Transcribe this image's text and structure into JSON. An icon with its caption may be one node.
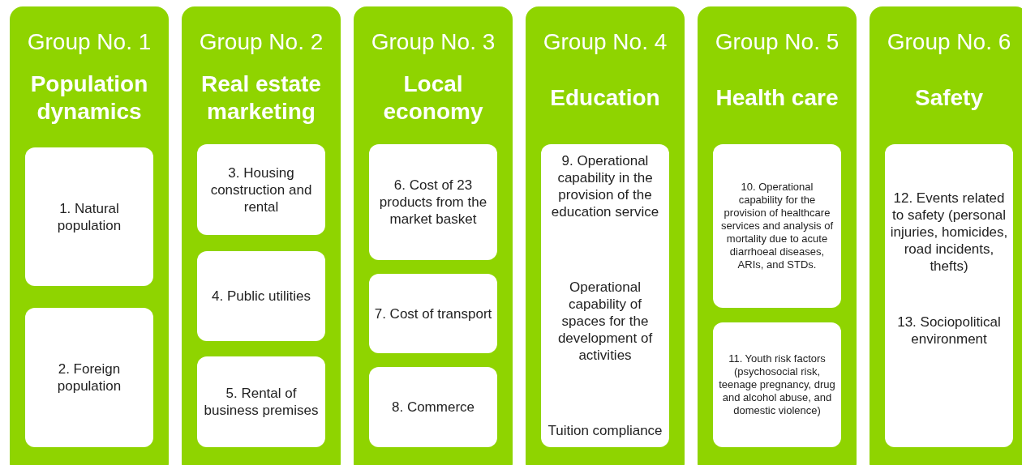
{
  "diagram": {
    "nodes": [
      {
        "text": [
          "Group No. 1",
          "Population dynamics"
        ]
      },
      {
        "text": [
          "1. Natural population"
        ],
        "in": 0
      },
      {
        "text": [
          "2. Foreign population"
        ],
        "in": 0
      },
      {
        "text": [
          "Group No. 2",
          "Real estate marketing"
        ]
      },
      {
        "text": [
          "3. Housing construction and rental"
        ],
        "in": 3
      },
      {
        "text": [
          "4. Public utilities"
        ],
        "in": 3
      },
      {
        "text": [
          "5. Rental of business premises"
        ],
        "in": 3
      },
      {
        "text": [
          "Group No. 3",
          "Local economy"
        ]
      },
      {
        "text": [
          "6. Cost of 23 products from the market basket"
        ],
        "in": 7
      },
      {
        "text": [
          "7. Cost of transport"
        ],
        "in": 7
      },
      {
        "text": [
          "8. Commerce"
        ],
        "in": 7
      },
      {
        "text": [
          "Group No. 4",
          "Education"
        ]
      },
      {
        "text": [
          "9. Operational capability in the provision of the education service",
          "Operational capability of spaces for the development of activities",
          "Tuition compliance"
        ],
        "in": 11
      },
      {
        "text": [
          "Group No. 5",
          "Health care"
        ]
      },
      {
        "text": [
          "10. Operational capability for the provision of healthcare services and analysis of mortality due to acute diarrhoeal diseases, ARIs, and STDs."
        ],
        "in": 13
      },
      {
        "text": [
          "11. Youth risk factors (psychosocial risk, teenage pregnancy, drug and alcohol abuse, and domestic violence)"
        ],
        "in": 13
      },
      {
        "text": [
          "Group No. 6",
          "Safety"
        ]
      },
      {
        "text": [
          "12. Events related to safety (personal injuries, homicides, road incidents, thefts)",
          "13. Sociopolitical environment"
        ],
        "in": 16
      }
    ],
    "edges": []
  }
}
